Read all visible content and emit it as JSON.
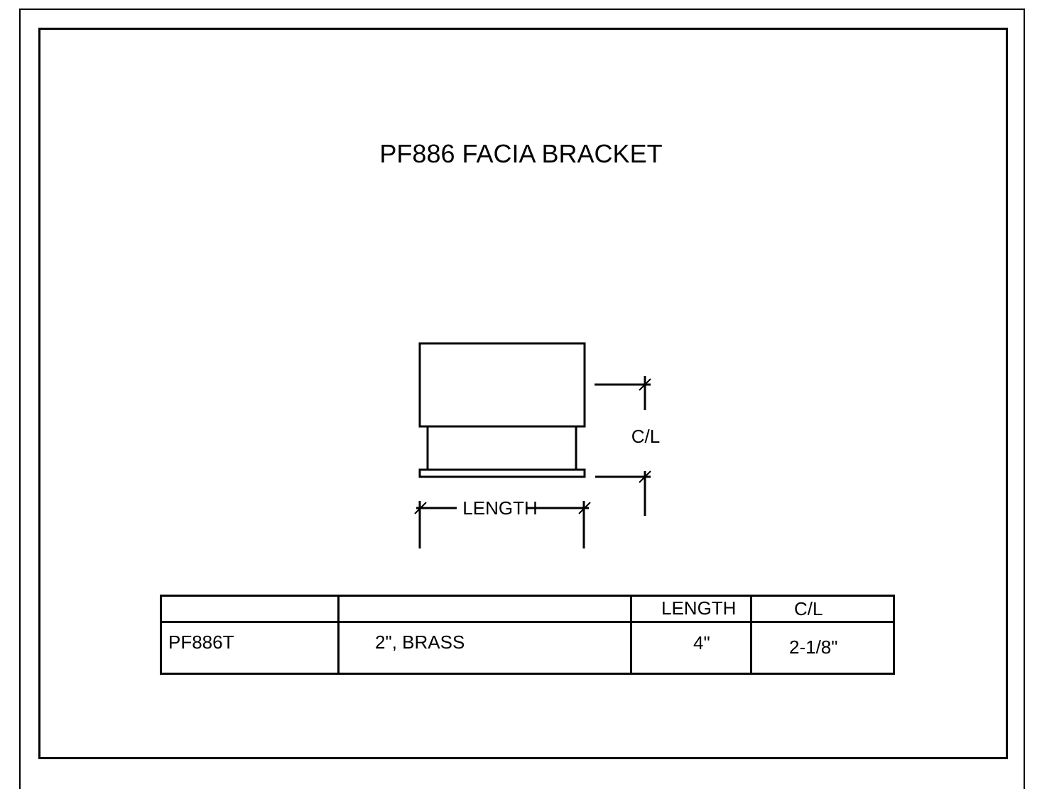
{
  "title": "PF886 FACIA BRACKET",
  "drawing": {
    "length_label": "LENGTH",
    "cl_label": "C/L"
  },
  "table": {
    "headers": [
      "",
      "",
      "LENGTH",
      "C/L"
    ],
    "rows": [
      {
        "part": "PF886T",
        "description": "2\", BRASS",
        "length": "4\"",
        "cl": "2-1/8\""
      }
    ]
  }
}
